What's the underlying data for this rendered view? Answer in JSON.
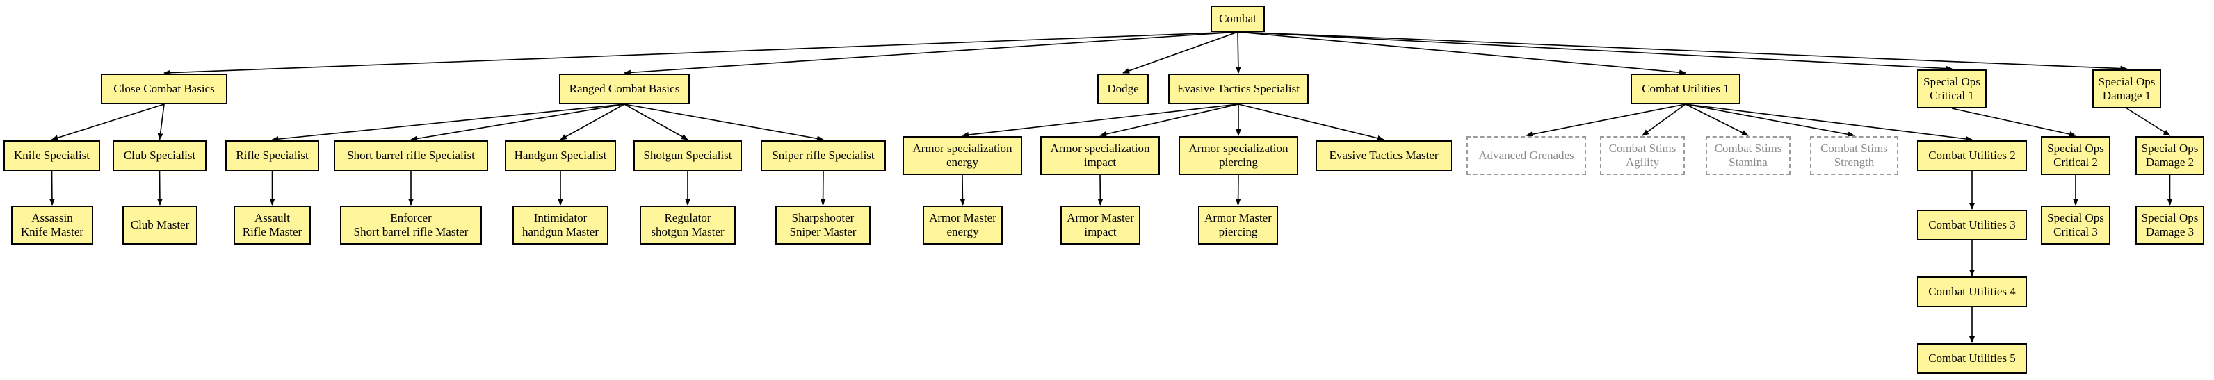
{
  "diagram": {
    "type": "skill-tree",
    "colors": {
      "node_fill": "#fff69c",
      "node_border": "#000000",
      "locked_border": "#9a9a9a",
      "locked_text": "#8a8a8a",
      "edge": "#000000"
    },
    "nodes": [
      {
        "id": "combat",
        "label": "Combat"
      },
      {
        "id": "close-combat-basics",
        "label": "Close Combat Basics"
      },
      {
        "id": "ranged-combat-basics",
        "label": "Ranged Combat Basics"
      },
      {
        "id": "dodge",
        "label": "Dodge"
      },
      {
        "id": "evasive-tactics-specialist",
        "label": "Evasive Tactics Specialist"
      },
      {
        "id": "combat-utilities-1",
        "label": "Combat Utilities 1"
      },
      {
        "id": "special-ops-critical-1",
        "label": "Special Ops\nCritical 1"
      },
      {
        "id": "special-ops-damage-1",
        "label": "Special Ops\nDamage 1"
      },
      {
        "id": "knife-specialist",
        "label": "Knife Specialist"
      },
      {
        "id": "club-specialist",
        "label": "Club Specialist"
      },
      {
        "id": "rifle-specialist",
        "label": "Rifle Specialist"
      },
      {
        "id": "short-barrel-rifle-specialist",
        "label": "Short barrel rifle Specialist"
      },
      {
        "id": "handgun-specialist",
        "label": "Handgun Specialist"
      },
      {
        "id": "shotgun-specialist",
        "label": "Shotgun Specialist"
      },
      {
        "id": "sniper-rifle-specialist",
        "label": "Sniper rifle Specialist"
      },
      {
        "id": "armor-specialization-energy",
        "label": "Armor specialization\nenergy"
      },
      {
        "id": "armor-specialization-impact",
        "label": "Armor specialization\nimpact"
      },
      {
        "id": "armor-specialization-piercing",
        "label": "Armor specialization\npiercing"
      },
      {
        "id": "evasive-tactics-master",
        "label": "Evasive Tactics Master"
      },
      {
        "id": "advanced-grenades",
        "label": "Advanced Grenades",
        "locked": true
      },
      {
        "id": "combat-stims-agility",
        "label": "Combat Stims\nAgility",
        "locked": true
      },
      {
        "id": "combat-stims-stamina",
        "label": "Combat Stims\nStamina",
        "locked": true
      },
      {
        "id": "combat-stims-strength",
        "label": "Combat Stims\nStrength",
        "locked": true
      },
      {
        "id": "combat-utilities-2",
        "label": "Combat Utilities 2"
      },
      {
        "id": "special-ops-critical-2",
        "label": "Special Ops\nCritical 2"
      },
      {
        "id": "special-ops-damage-2",
        "label": "Special Ops\nDamage 2"
      },
      {
        "id": "assassin-knife-master",
        "label": "Assassin\nKnife Master"
      },
      {
        "id": "club-master",
        "label": "Club Master"
      },
      {
        "id": "assault-rifle-master",
        "label": "Assault\nRifle Master"
      },
      {
        "id": "enforcer-short-barrel-rifle-master",
        "label": "Enforcer\nShort barrel rifle Master"
      },
      {
        "id": "intimidator-handgun-master",
        "label": "Intimidator\nhandgun Master"
      },
      {
        "id": "regulator-shotgun-master",
        "label": "Regulator\nshotgun Master"
      },
      {
        "id": "sharpshooter-sniper-master",
        "label": "Sharpshooter\nSniper Master"
      },
      {
        "id": "armor-master-energy",
        "label": "Armor Master\nenergy"
      },
      {
        "id": "armor-master-impact",
        "label": "Armor Master\nimpact"
      },
      {
        "id": "armor-master-piercing",
        "label": "Armor Master\npiercing"
      },
      {
        "id": "special-ops-critical-3",
        "label": "Special Ops\nCritical 3"
      },
      {
        "id": "special-ops-damage-3",
        "label": "Special Ops\nDamage 3"
      },
      {
        "id": "combat-utilities-3",
        "label": "Combat Utilities 3"
      },
      {
        "id": "combat-utilities-4",
        "label": "Combat Utilities 4"
      },
      {
        "id": "combat-utilities-5",
        "label": "Combat Utilities 5"
      }
    ],
    "edges": [
      [
        "combat",
        "close-combat-basics"
      ],
      [
        "combat",
        "ranged-combat-basics"
      ],
      [
        "combat",
        "dodge"
      ],
      [
        "combat",
        "evasive-tactics-specialist"
      ],
      [
        "combat",
        "combat-utilities-1"
      ],
      [
        "combat",
        "special-ops-critical-1"
      ],
      [
        "combat",
        "special-ops-damage-1"
      ],
      [
        "close-combat-basics",
        "knife-specialist"
      ],
      [
        "close-combat-basics",
        "club-specialist"
      ],
      [
        "ranged-combat-basics",
        "rifle-specialist"
      ],
      [
        "ranged-combat-basics",
        "short-barrel-rifle-specialist"
      ],
      [
        "ranged-combat-basics",
        "handgun-specialist"
      ],
      [
        "ranged-combat-basics",
        "shotgun-specialist"
      ],
      [
        "ranged-combat-basics",
        "sniper-rifle-specialist"
      ],
      [
        "evasive-tactics-specialist",
        "armor-specialization-energy"
      ],
      [
        "evasive-tactics-specialist",
        "armor-specialization-impact"
      ],
      [
        "evasive-tactics-specialist",
        "armor-specialization-piercing"
      ],
      [
        "evasive-tactics-specialist",
        "evasive-tactics-master"
      ],
      [
        "combat-utilities-1",
        "advanced-grenades"
      ],
      [
        "combat-utilities-1",
        "combat-stims-agility"
      ],
      [
        "combat-utilities-1",
        "combat-stims-stamina"
      ],
      [
        "combat-utilities-1",
        "combat-stims-strength"
      ],
      [
        "combat-utilities-1",
        "combat-utilities-2"
      ],
      [
        "special-ops-critical-1",
        "special-ops-critical-2"
      ],
      [
        "special-ops-damage-1",
        "special-ops-damage-2"
      ],
      [
        "knife-specialist",
        "assassin-knife-master"
      ],
      [
        "club-specialist",
        "club-master"
      ],
      [
        "rifle-specialist",
        "assault-rifle-master"
      ],
      [
        "short-barrel-rifle-specialist",
        "enforcer-short-barrel-rifle-master"
      ],
      [
        "handgun-specialist",
        "intimidator-handgun-master"
      ],
      [
        "shotgun-specialist",
        "regulator-shotgun-master"
      ],
      [
        "sniper-rifle-specialist",
        "sharpshooter-sniper-master"
      ],
      [
        "armor-specialization-energy",
        "armor-master-energy"
      ],
      [
        "armor-specialization-impact",
        "armor-master-impact"
      ],
      [
        "armor-specialization-piercing",
        "armor-master-piercing"
      ],
      [
        "special-ops-critical-2",
        "special-ops-critical-3"
      ],
      [
        "special-ops-damage-2",
        "special-ops-damage-3"
      ],
      [
        "combat-utilities-2",
        "combat-utilities-3"
      ],
      [
        "combat-utilities-3",
        "combat-utilities-4"
      ],
      [
        "combat-utilities-4",
        "combat-utilities-5"
      ]
    ]
  }
}
